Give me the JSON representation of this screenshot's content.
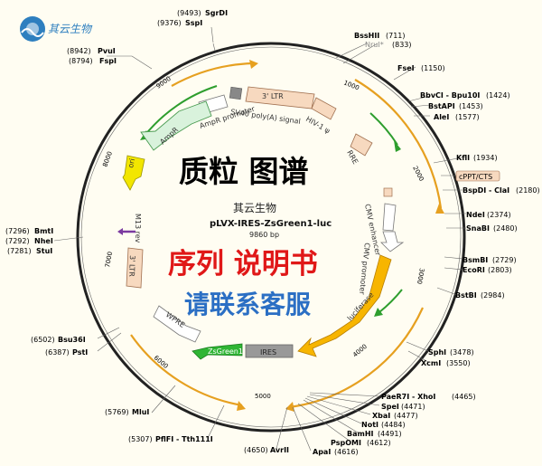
{
  "logo": {
    "text": "其云生物",
    "color": "#2e7fbf"
  },
  "plasmid": {
    "company": "其云生物",
    "name": "pLVX-IRES-ZsGreen1-luc",
    "size": "9860 bp"
  },
  "overlay": {
    "title": "质粒 图谱",
    "subtitle": "序列 说明书",
    "contact": "请联系客服"
  },
  "ticks": [
    "1000",
    "2000",
    "3000",
    "4000",
    "5000",
    "6000",
    "7000",
    "8000",
    "9000"
  ],
  "features": {
    "ltr3_top": "3' LTR",
    "sv40": "SV40 poly(A) signal",
    "hiv": "HIV-1 ψ",
    "ampr_promoter": "AmpR promoter",
    "ampr": "AmpR",
    "rre": "RRE",
    "cppt": "cPPT/CTS",
    "cmv_enh": "CMV enhancer",
    "cmv_prom": "CMV promoter",
    "ori": "ori",
    "m13": "M13 rev",
    "ltr3_left": "3' LTR",
    "luciferase": "luciferase",
    "wpre": "WPRE",
    "zsgreen": "ZsGreen1",
    "ires": "IRES"
  },
  "sites": {
    "sgrdi_pos": "(9493)",
    "sgrdi": "SgrDI",
    "sspi_pos": "(9376)",
    "sspi": "SspI",
    "pvui_pos": "(8942)",
    "pvui": "PvuI",
    "fspi_pos": "(8794)",
    "fspi": "FspI",
    "bsshii": "BssHII",
    "bsshii_pos": "(711)",
    "nrui": "NruI*",
    "nrui_pos": "(833)",
    "fsei": "FseI",
    "fsei_pos": "(1150)",
    "bbvci": "BbvCI - Bpu10I",
    "bbvci_pos": "(1424)",
    "bstapi": "BstAPI",
    "bstapi_pos": "(1453)",
    "alei": "AleI",
    "alei_pos": "(1577)",
    "kfli": "KflI",
    "kfli_pos": "(1934)",
    "bspdi": "BspDI - ClaI",
    "bspdi_pos": "(2180)",
    "ndei": "NdeI",
    "ndei_pos": "(2374)",
    "snabi": "SnaBI",
    "snabi_pos": "(2480)",
    "bsmbi": "BsmBI",
    "bsmbi_pos": "(2729)",
    "ecori": "EcoRI",
    "ecori_pos": "(2803)",
    "bstbi": "BstBI",
    "bstbi_pos": "(2984)",
    "sphi": "SphI",
    "sphi_pos": "(3478)",
    "xcmi": "XcmI",
    "xcmi_pos": "(3550)",
    "paer7i": "PaeR7I - XhoI",
    "paer7i_pos": "(4465)",
    "spei": "SpeI",
    "spei_pos": "(4471)",
    "xbai": "XbaI",
    "xbai_pos": "(4477)",
    "noti": "NotI",
    "noti_pos": "(4484)",
    "bamhi": "BamHI",
    "bamhi_pos": "(4491)",
    "pspomi": "PspOMI",
    "pspomi_pos": "(4612)",
    "apai": "ApaI",
    "apai_pos": "(4616)",
    "avrii_pos": "(4650)",
    "avrii": "AvrII",
    "pflfi_pos": "(5307)",
    "pflfi": "PflFI - Tth111I",
    "mlui_pos": "(5769)",
    "mlui": "MluI",
    "bsu36i_pos": "(6502)",
    "bsu36i": "Bsu36I",
    "psti_pos": "(6387)",
    "psti": "PstI",
    "bmti_pos": "(7296)",
    "bmti": "BmtI",
    "nhei_pos": "(7292)",
    "nhei": "NheI",
    "stui_pos": "(7281)",
    "stui": "StuI"
  },
  "colors": {
    "backbone": "#222222",
    "orange_arrow": "#e6a020",
    "green_arrow": "#2e9e2e",
    "ltr_fill": "#f7d9bf",
    "ampr_fill": "#d9f2dc",
    "luc_fill": "#f7b500",
    "ori_fill": "#f2e600",
    "zsgreen_fill": "#2fb534",
    "ires_fill": "#999999",
    "red_text": "#e01818",
    "blue_text": "#2b6fc4"
  }
}
